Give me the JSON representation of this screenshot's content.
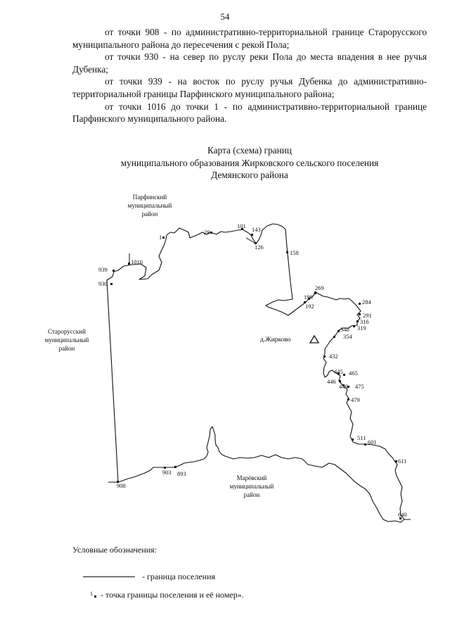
{
  "page_number": "54",
  "paragraphs": [
    "от точки 908 - по административно-территориальной границе Старорусского муниципального района до пересечения с рекой Пола;",
    "от точки 930 - на север по руслу реки Пола до места впадения в нее ручья Дубенка;",
    "от точки 939 - на восток по руслу ручья Дубенка до административно-территориальной границы Парфинского муниципального района;",
    "от точки 1016 до точки 1 - по административно-территориальной границе Парфинского муниципального района."
  ],
  "map_title": {
    "line1": "Карта (схема) границ",
    "line2": "муниципального образования Жирковского сельского поселения",
    "line3": "Демянского района"
  },
  "map": {
    "settlement": "д.Жирково",
    "neighbors": {
      "parfinsky": [
        "Парфинский",
        "муниципальный",
        "район"
      ],
      "starorussky": [
        "Старорусский",
        "муниципальный",
        "район"
      ],
      "marevsky": [
        "Марёвский",
        "муниципальный",
        "район"
      ]
    },
    "points": {
      "p1": "1",
      "p29": "29",
      "p101": "101",
      "p143": "143",
      "p126": "126",
      "p158": "158",
      "p269": "269",
      "p190": "190",
      "p192": "192",
      "p284": "284",
      "p291": "291",
      "p316": "316",
      "p319": "319",
      "p348": "348",
      "p354": "354",
      "p432": "432",
      "p445": "445",
      "p465": "465",
      "p446": "446",
      "p449": "449",
      "p475": "475",
      "p479": "479",
      "p511": "511",
      "p601": "601",
      "p611": "611",
      "p640": "640",
      "p893": "893",
      "p903": "903",
      "p908": "908",
      "p939": "939",
      "p930": "930",
      "p1016": "1016"
    }
  },
  "legend": {
    "heading": "Условные обозначения:",
    "boundary": "- граница поселения",
    "point_sup": "1",
    "point": "- точка границы поселения и её номер»."
  }
}
